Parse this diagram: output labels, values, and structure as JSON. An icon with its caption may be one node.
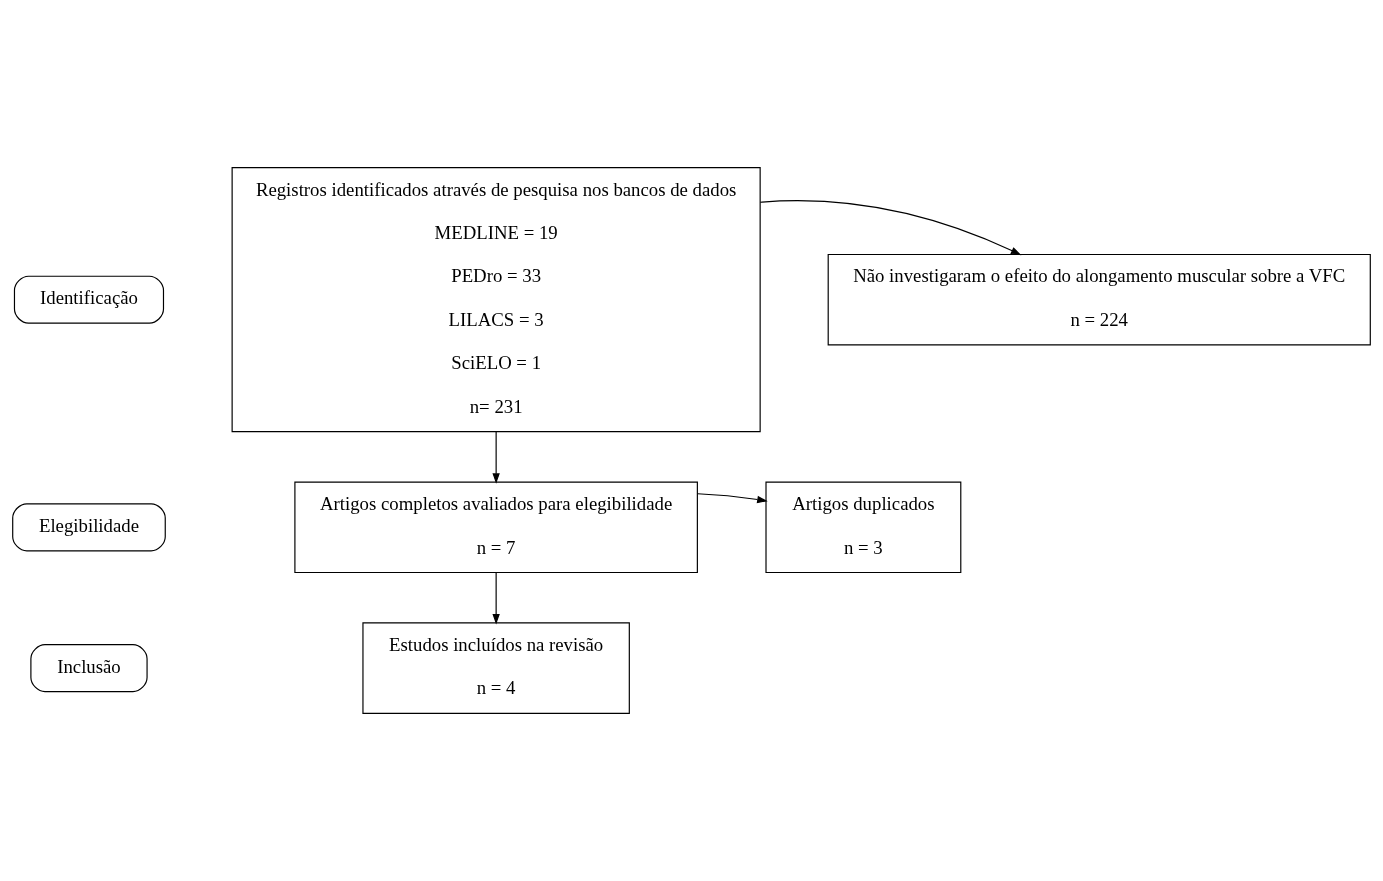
{
  "diagram": {
    "nodes": [
      {
        "text": [
          "Identificação"
        ]
      },
      {
        "text": [
          "Registros identificados através de pesquisa nos bancos de dados",
          "MEDLINE = 19",
          "PEDro = 33",
          "LILACS = 3",
          "SciELO = 1",
          "n= 231"
        ]
      },
      {
        "text": [
          "Não investigaram o efeito do alongamento muscular sobre a VFC",
          "n = 224"
        ]
      },
      {
        "text": [
          "Elegibilidade"
        ]
      },
      {
        "text": [
          "Artigos completos avaliados para elegibilidade",
          "n = 7"
        ]
      },
      {
        "text": [
          "Artigos duplicados",
          "n = 3"
        ]
      },
      {
        "text": [
          "Inclusão"
        ]
      },
      {
        "text": [
          "Estudos incluídos na revisão",
          "n = 4"
        ]
      }
    ],
    "edges": [
      {
        "from": 1,
        "to": 2,
        "arrow": "to"
      },
      {
        "from": 1,
        "to": 4,
        "arrow": "to"
      },
      {
        "from": 4,
        "to": 5,
        "arrow": "to"
      },
      {
        "from": 4,
        "to": 7,
        "arrow": "to"
      }
    ]
  }
}
